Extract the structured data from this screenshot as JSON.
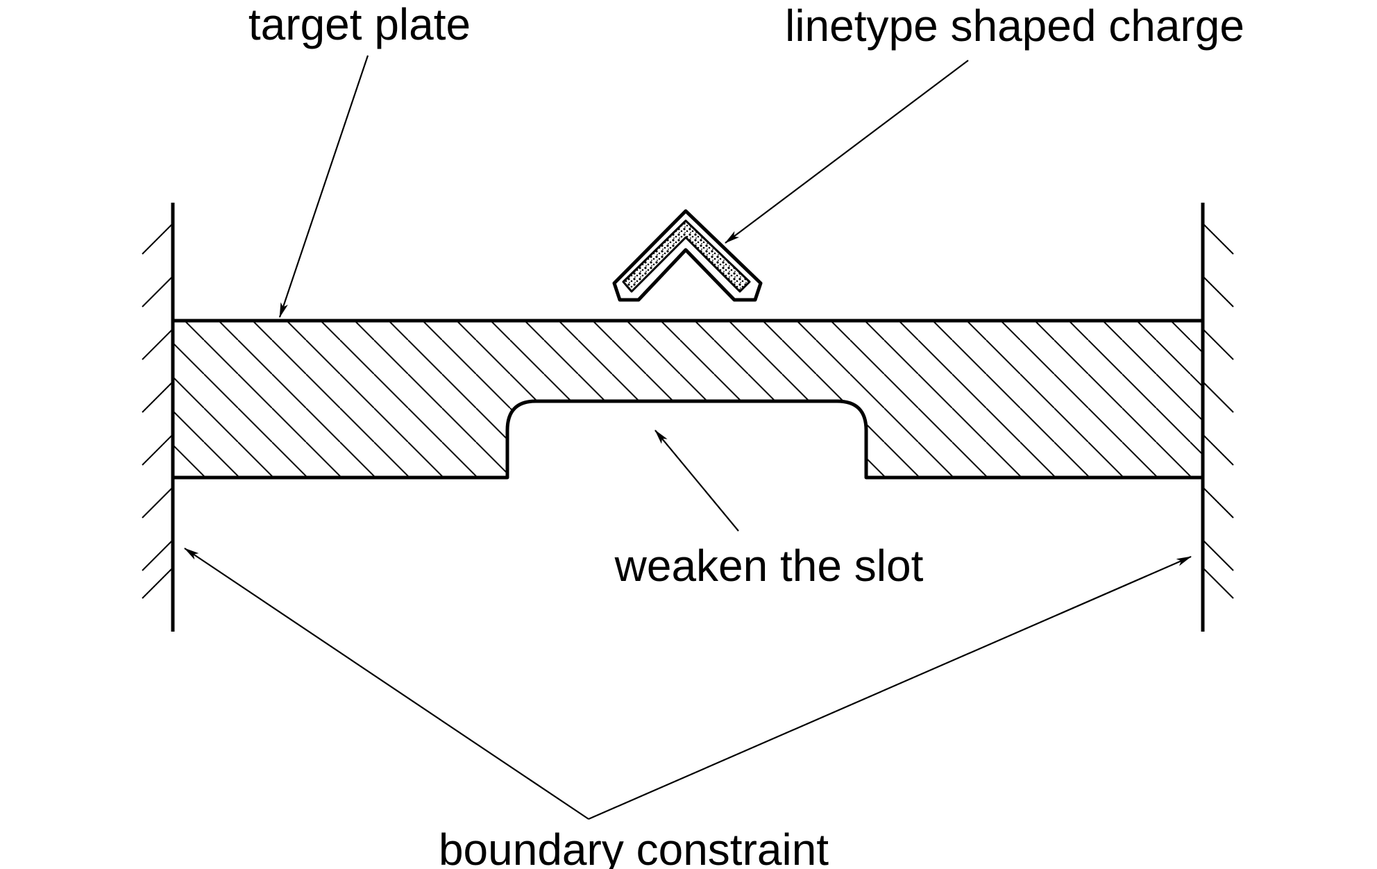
{
  "labels": {
    "target_plate": "target plate",
    "shaped_charge": "linetype shaped charge",
    "weaken_slot": "weaken the slot",
    "boundary_constraint": "boundary constraint"
  },
  "colors": {
    "ink": "#000000",
    "background": "#ffffff"
  }
}
